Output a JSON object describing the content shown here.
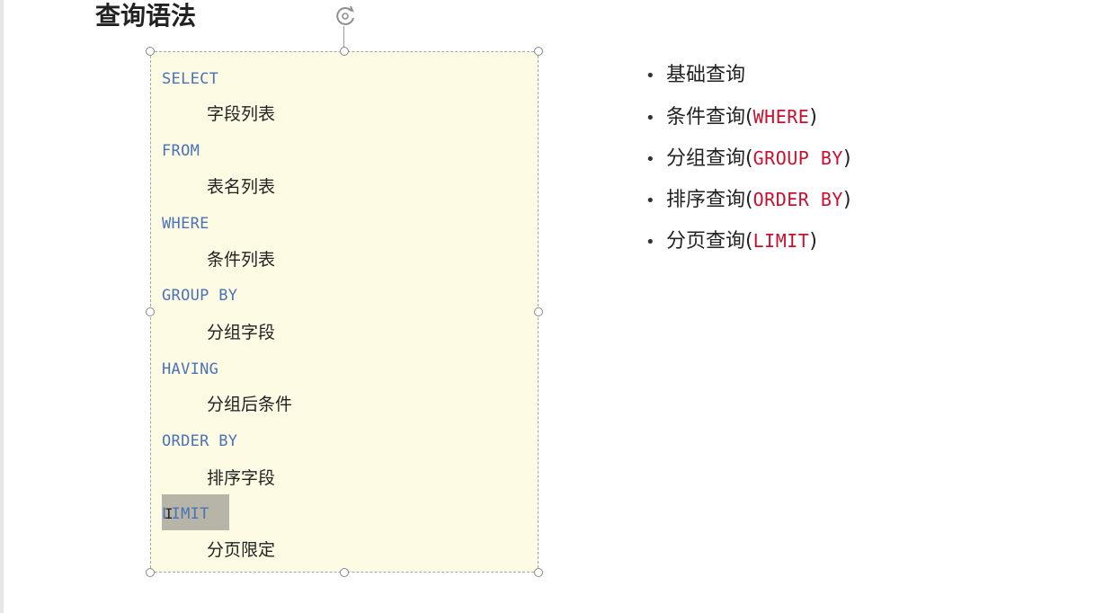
{
  "slide": {
    "title": "查询语法"
  },
  "code_box": {
    "lines": [
      {
        "kind": "keyword",
        "text": "SELECT"
      },
      {
        "kind": "desc",
        "text": "字段列表"
      },
      {
        "kind": "keyword",
        "text": "FROM"
      },
      {
        "kind": "desc",
        "text": "表名列表"
      },
      {
        "kind": "keyword",
        "text": "WHERE"
      },
      {
        "kind": "desc",
        "text": "条件列表"
      },
      {
        "kind": "keyword",
        "text": "GROUP BY"
      },
      {
        "kind": "desc",
        "text": "分组字段"
      },
      {
        "kind": "keyword",
        "text": "HAVING"
      },
      {
        "kind": "desc",
        "text": "分组后条件"
      },
      {
        "kind": "keyword",
        "text": "ORDER BY"
      },
      {
        "kind": "desc",
        "text": "排序字段"
      },
      {
        "kind": "keyword",
        "text": "LIMIT"
      },
      {
        "kind": "desc",
        "text": "分页限定"
      }
    ],
    "selected_keyword": "LIMIT",
    "background_color": "#fefbe5",
    "keyword_color": "#4a73b5"
  },
  "bullets": {
    "dot": "•",
    "items": [
      {
        "text": "基础查询",
        "open": "",
        "keyword": "",
        "close": ""
      },
      {
        "text": "条件查询",
        "open": "(",
        "keyword": "WHERE",
        "close": ")"
      },
      {
        "text": "分组查询",
        "open": "(",
        "keyword": "GROUP BY",
        "close": ")"
      },
      {
        "text": "排序查询",
        "open": "(",
        "keyword": "ORDER BY",
        "close": ")"
      },
      {
        "text": "分页查询",
        "open": "(",
        "keyword": "LIMIT",
        "close": ")"
      }
    ],
    "keyword_color": "#c8102e"
  },
  "cursor": {
    "glyph": "I"
  }
}
